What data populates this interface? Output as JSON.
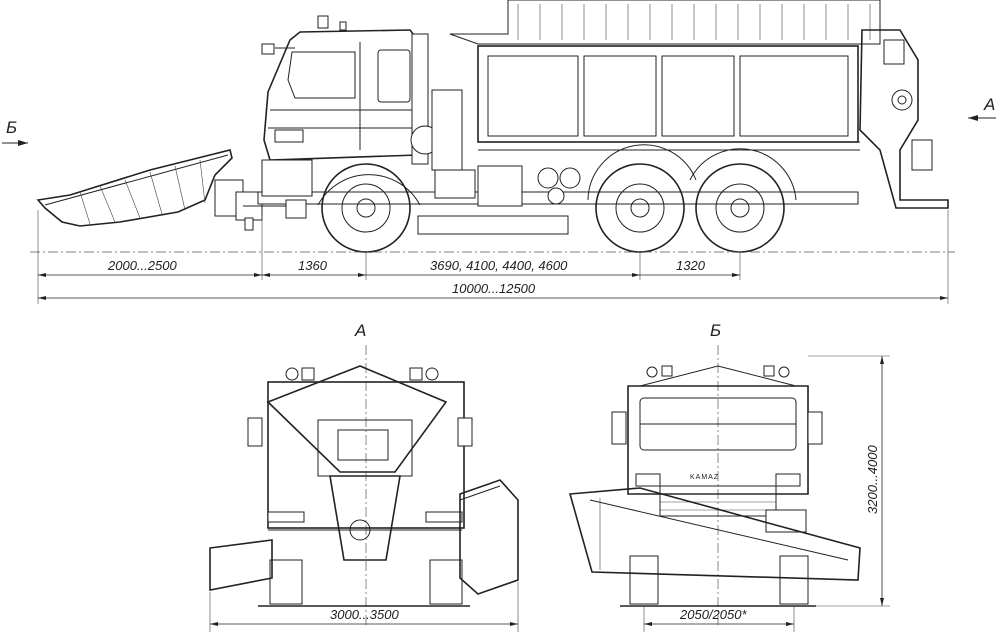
{
  "dimensions": {
    "plow_overhang": "2000...2500",
    "front_overhang": "1360",
    "wheelbase": "3690, 4100, 4400, 4600",
    "rear_axle_spacing": "1320",
    "total_length": "10000...12500",
    "rear_width": "3000...3500",
    "height": "3200...4000",
    "front_width": "2050/2050*"
  },
  "labels": {
    "view_a_marker": "А",
    "view_b_marker": "Б",
    "view_a_title": "А",
    "view_b_title": "Б",
    "brand": "KAMAZ"
  }
}
